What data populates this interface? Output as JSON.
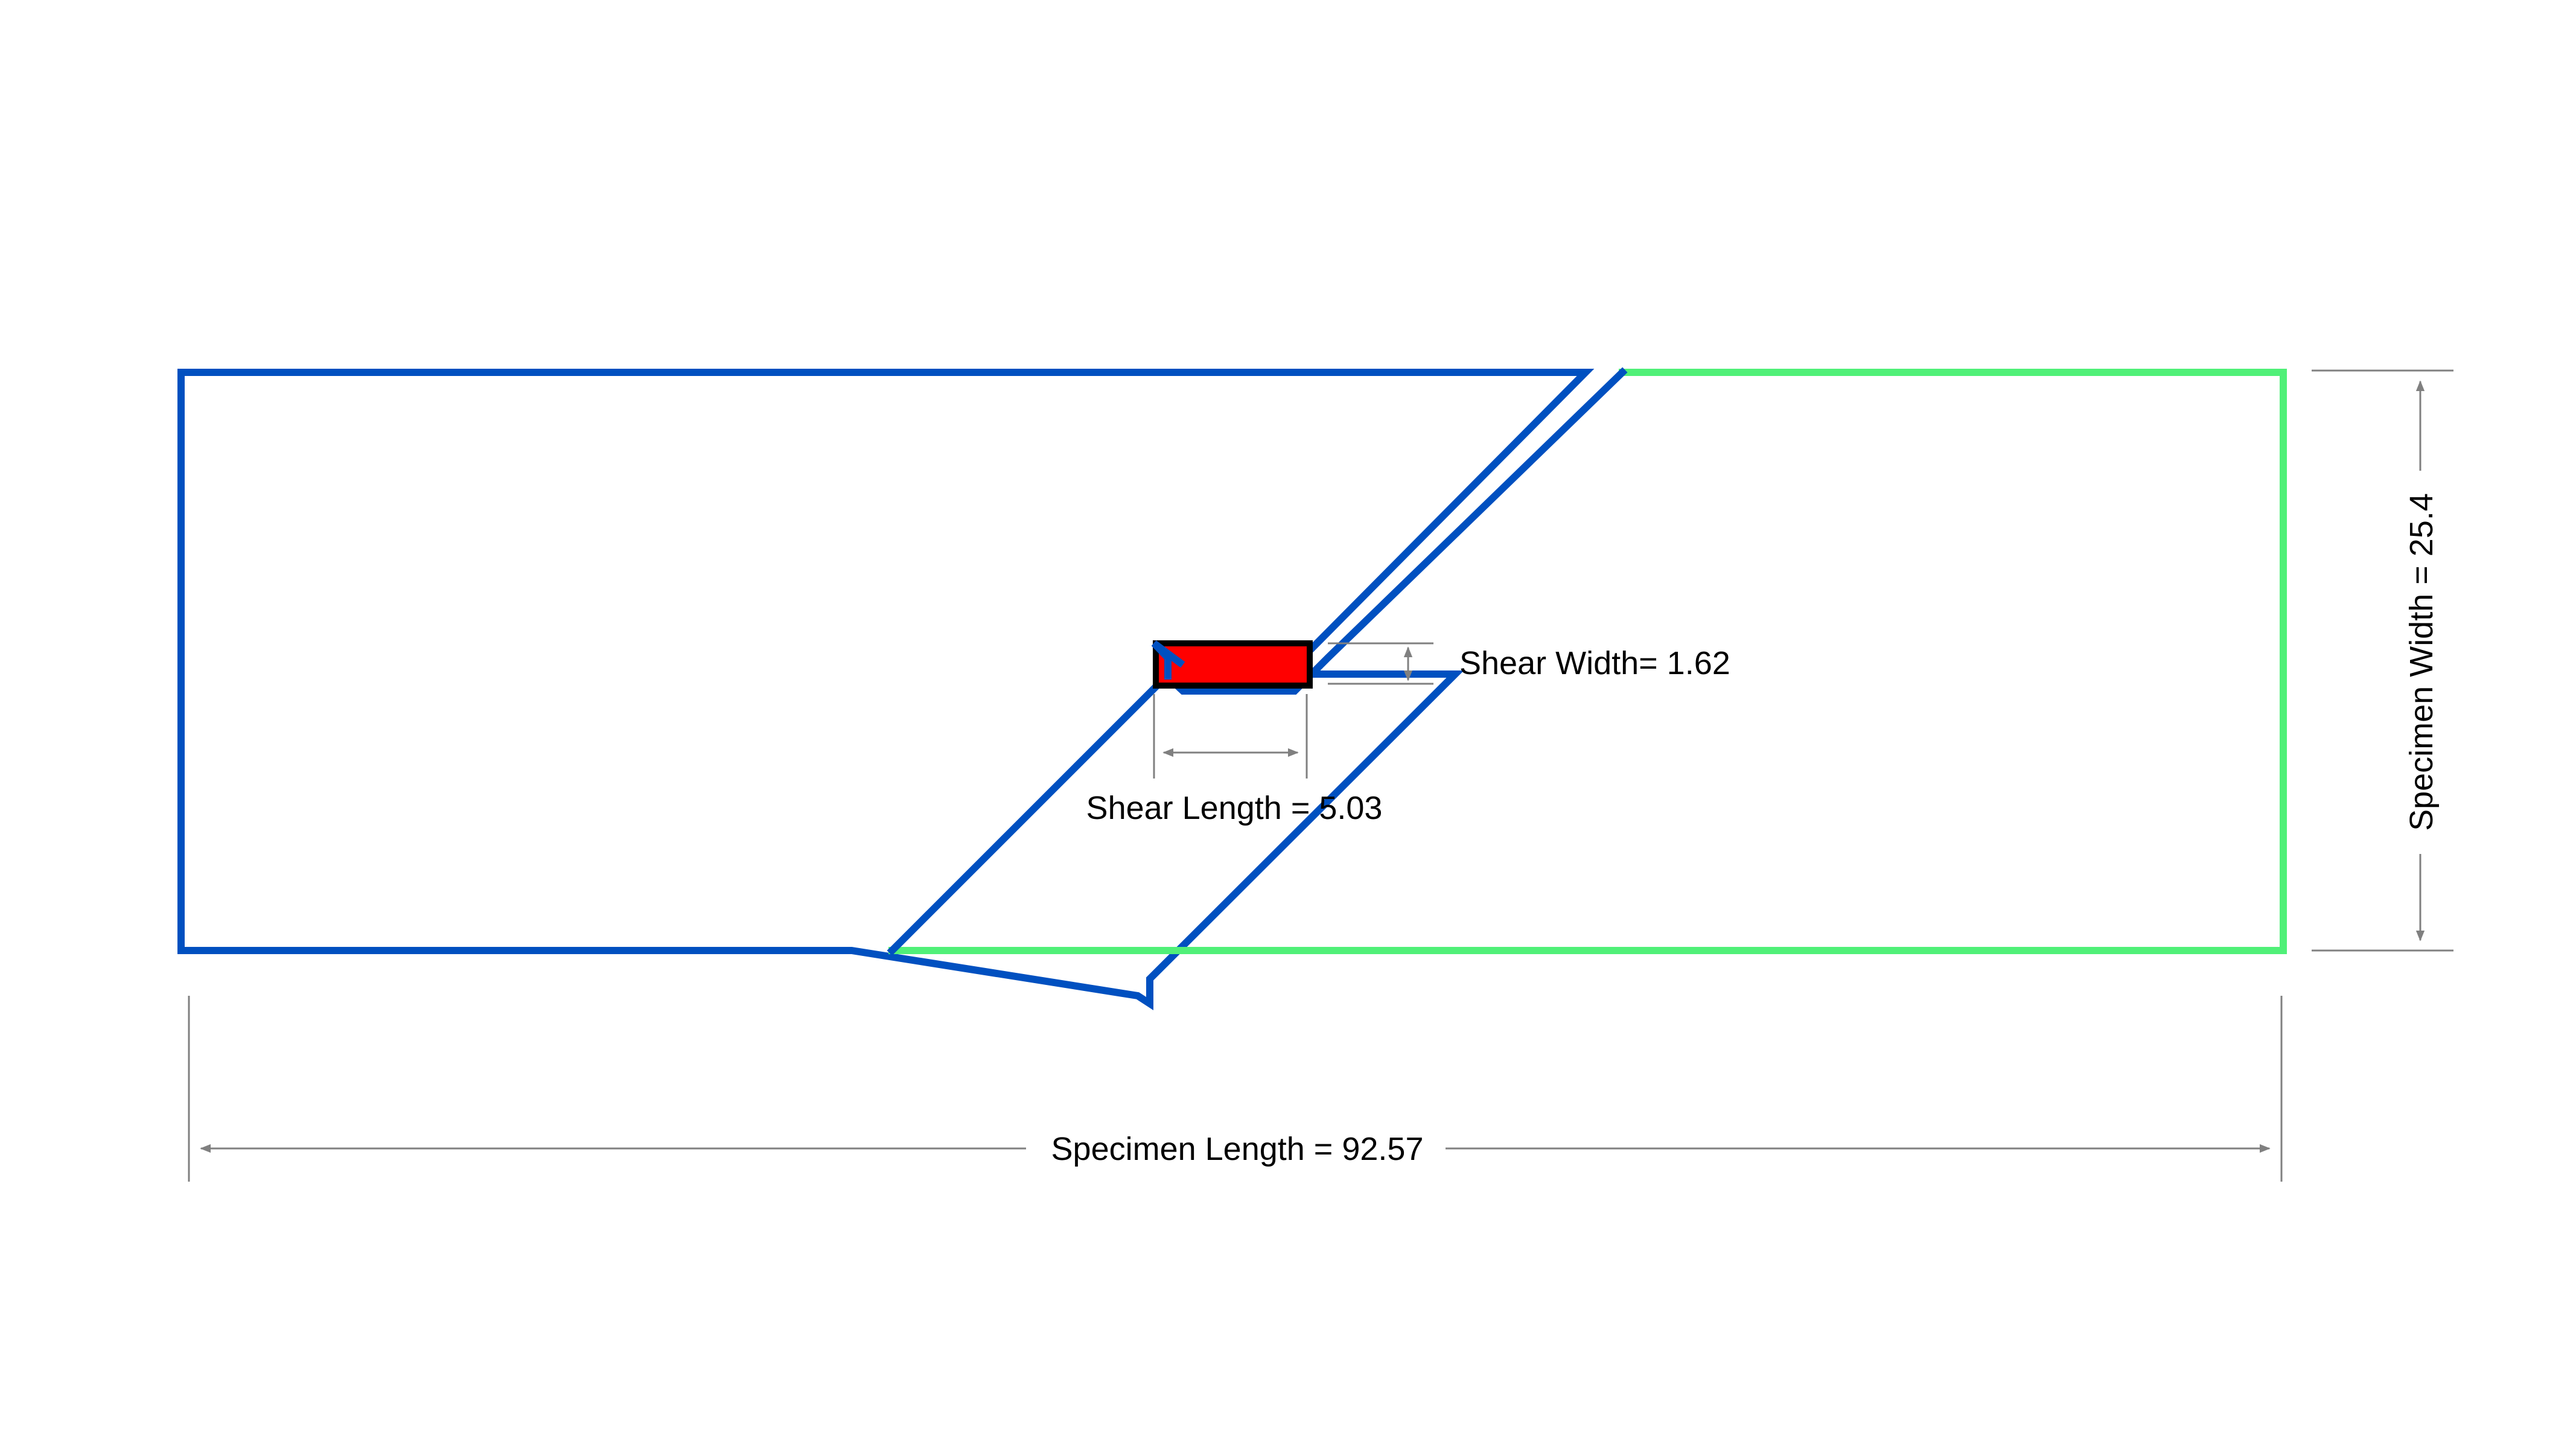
{
  "colors": {
    "left_part": "#0050c0",
    "right_part": "#50f078",
    "shear_region": "#ff0000",
    "shear_border": "#000000",
    "dimension": "#808080",
    "text": "#000000"
  },
  "labels": {
    "shear_width": "Shear Width= 1.62",
    "shear_length": "Shear Length = 5.03",
    "specimen_length": "Specimen Length = 92.57",
    "specimen_width": "Specimen Width = 25.4"
  }
}
